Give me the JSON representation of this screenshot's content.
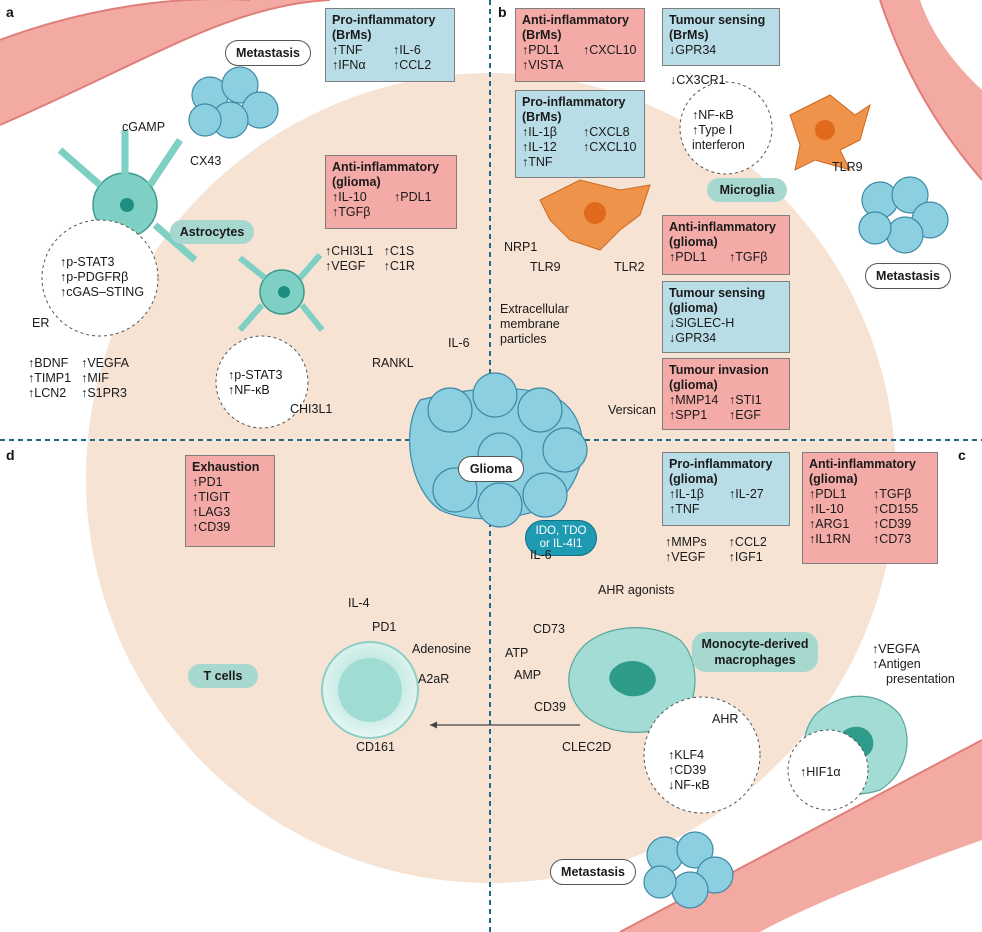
{
  "panels": {
    "a": "a",
    "b": "b",
    "c": "c",
    "d": "d"
  },
  "pills": {
    "metastasis_a": "Metastasis",
    "metastasis_b": "Metastasis",
    "metastasis_c": "Metastasis",
    "astrocytes": "Astrocytes",
    "microglia": "Microglia",
    "glioma": "Glioma",
    "t_cells": "T cells",
    "mdm_line1": "Monocyte-derived",
    "mdm_line2": "macrophages",
    "ido_line1": "IDO, TDO",
    "ido_line2": "or IL-4I1"
  },
  "boxes": {
    "proinf_brms_a": {
      "title": [
        "Pro-inflammatory",
        "(BrMs)"
      ],
      "items": [
        "↑TNF",
        "↑IL-6",
        "↑IFNα",
        "↑CCL2"
      ]
    },
    "antiinf_glioma_a": {
      "title": [
        "Anti-inflammatory",
        "(glioma)"
      ],
      "items": [
        "↑IL-10",
        "↑PDL1",
        "↑TGFβ",
        ""
      ]
    },
    "antiinf_brms_b": {
      "title": [
        "Anti-inflammatory",
        "(BrMs)"
      ],
      "items": [
        "↑PDL1",
        "↑CXCL10",
        "↑VISTA",
        ""
      ]
    },
    "tumour_sensing_brms_b": {
      "title": [
        "Tumour sensing",
        "(BrMs)"
      ],
      "items": [
        "↓GPR34"
      ]
    },
    "proinf_brms_b": {
      "title": [
        "Pro-inflammatory",
        "(BrMs)"
      ],
      "items": [
        "↑IL-1β",
        "↑CXCL8",
        "↑IL-12",
        "↑CXCL10",
        "↑TNF",
        ""
      ]
    },
    "antiinf_glioma_b": {
      "title": [
        "Anti-inflammatory",
        "(glioma)"
      ],
      "items": [
        "↑PDL1",
        "↑TGFβ"
      ]
    },
    "tumour_sensing_glioma_b": {
      "title": [
        "Tumour sensing",
        "(glioma)"
      ],
      "items": [
        "↓SIGLEC-H",
        "↓GPR34"
      ]
    },
    "tumour_invasion_glioma_b": {
      "title": [
        "Tumour invasion",
        "(glioma)"
      ],
      "items": [
        "↑MMP14",
        "↑STI1",
        "↑SPP1",
        "↑EGF"
      ]
    },
    "proinf_glioma_c": {
      "title": [
        "Pro-inflammatory",
        "(glioma)"
      ],
      "items": [
        "↑IL-1β",
        "↑IL-27",
        "↑TNF",
        ""
      ]
    },
    "antiinf_glioma_c": {
      "title": [
        "Anti-inflammatory",
        "(glioma)"
      ],
      "items": [
        "↑PDL1",
        "↑TGFβ",
        "↑IL-10",
        "↑CD155",
        "↑ARG1",
        "↑CD39",
        "↑IL1RN",
        "↑CD73"
      ]
    },
    "exhaustion_d": {
      "title": [
        "Exhaustion"
      ],
      "items": [
        "↑PD1",
        "↑TIGIT",
        "↑LAG3",
        "↑CD39"
      ]
    }
  },
  "labels": {
    "cgamp": "cGAMP",
    "cx43": "CX43",
    "er": "ER",
    "astro_circle": [
      "↑p-STAT3",
      "↑p-PDGFRβ",
      "↑cGAS–STING"
    ],
    "astro_list": [
      "↑BDNF",
      "↑VEGFA",
      "↑TIMP1",
      "↑MIF",
      "↑LCN2",
      "↑S1PR3"
    ],
    "astro2_list": [
      "↑CHI3L1",
      "↑C1S",
      "↑VEGF",
      "↑C1R"
    ],
    "astro2_circle": [
      "↑p-STAT3",
      "↑NF-κB"
    ],
    "il6_top": "IL-6",
    "rankl": "RANKL",
    "chi3l1": "CHI3L1",
    "nrp1": "NRP1",
    "tlr9_left": "TLR9",
    "tlr2": "TLR2",
    "tlr9_right": "TLR9",
    "ecm_particles": [
      "Extracellular",
      "membrane",
      "particles"
    ],
    "versican": "Versican",
    "cx3cr1": "↓CX3CR1",
    "microglia_circle": [
      "↑NF-κB",
      "↑Type I",
      "interferon"
    ],
    "proinf_extra": [
      "↑MMPs",
      "↑CCL2",
      "↑VEGF",
      "↑IGF1"
    ],
    "il6_c": "IL-6",
    "ahr_agonists": "AHR agonists",
    "il4": "IL-4",
    "pd1": "PD1",
    "adenosine": "Adenosine",
    "a2ar": "A2aR",
    "cd161": "CD161",
    "cd73": "CD73",
    "atp": "ATP",
    "amp": "AMP",
    "cd39": "CD39",
    "clec2d": "CLEC2D",
    "ahr": "AHR",
    "ahr_circle": [
      "↑KLF4",
      "↑CD39",
      "↓NF-κB"
    ],
    "vegfa_antigen": [
      "↑VEGFA",
      "↑Antigen",
      "presentation"
    ],
    "hif1a": "↑HIF1α"
  },
  "colors": {
    "tumour_bg": "#f6e3d3",
    "vessel": "#f3aaa3",
    "vessel_dark": "#e07f7a",
    "cancer_cell": "#8ccfe0",
    "cancer_nucleus": "#4aa9c7",
    "astrocyte": "#7fd0c4",
    "microglia": "#f0934a",
    "macrophage": "#a3dcd5",
    "tcell": "#bfe8e4",
    "pink_box": "#f4aaa6",
    "blue_box": "#b9dde6",
    "divider": "#1f6b86"
  }
}
